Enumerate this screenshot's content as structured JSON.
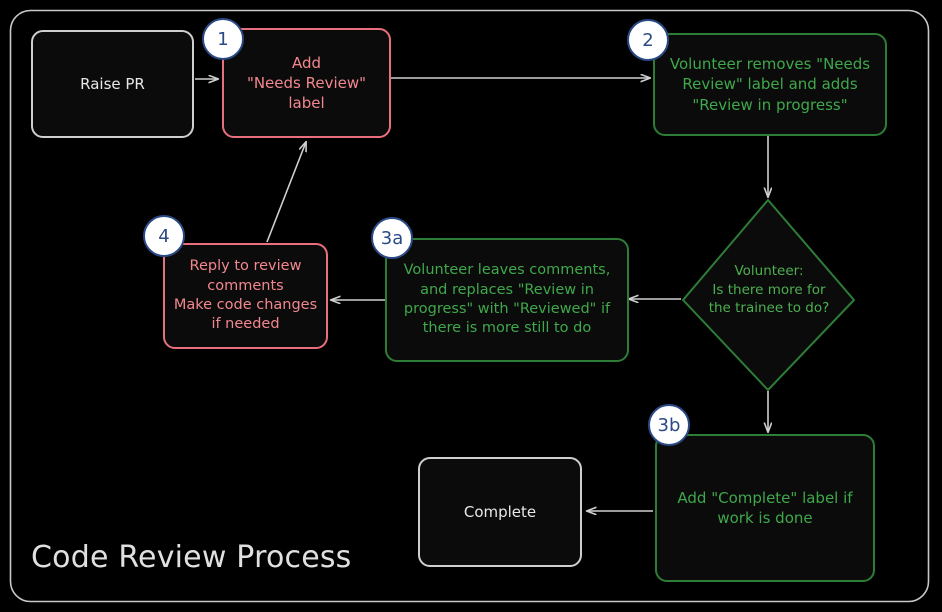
{
  "diagram": {
    "title": "Code Review Process",
    "background_color": "#000000",
    "frame_color": "#cfcfcf",
    "colors": {
      "plain_border": "#cfcfcf",
      "plain_text": "#e8e8e8",
      "red_border": "#e8707d",
      "red_text": "#f2888f",
      "green_border": "#2e7d36",
      "green_text": "#3fa84b",
      "decision_text": "#4caf50",
      "badge_fill": "#ffffff",
      "badge_border": "#2a4a86",
      "badge_text": "#2a4a86",
      "edge_color": "#d0d0d0"
    }
  },
  "nodes": {
    "raise_pr": {
      "label": "Raise PR",
      "style": "plain",
      "shape": "rounded-rect"
    },
    "step1": {
      "label": "Add\n\"Needs Review\"\nlabel",
      "style": "red",
      "shape": "rounded-rect",
      "badge": "1"
    },
    "step2": {
      "label": "Volunteer removes \"Needs Review\" label and adds \"Review in progress\"",
      "style": "green",
      "shape": "rounded-rect",
      "badge": "2"
    },
    "decision": {
      "label": "Volunteer:\nIs there more for\nthe trainee to do?",
      "style": "green",
      "shape": "diamond"
    },
    "step3a": {
      "label": "Volunteer leaves comments, and replaces \"Review in progress\" with \"Reviewed\" if there is more still to do",
      "style": "green",
      "shape": "rounded-rect",
      "badge": "3a"
    },
    "step4": {
      "label": "Reply to review comments\nMake code changes if needed",
      "style": "red",
      "shape": "rounded-rect",
      "badge": "4"
    },
    "step3b": {
      "label": "Add \"Complete\" label if work is done",
      "style": "green",
      "shape": "rounded-rect",
      "badge": "3b"
    },
    "complete": {
      "label": "Complete",
      "style": "plain",
      "shape": "rounded-rect"
    }
  },
  "node_text": {
    "raise_pr": "Raise PR",
    "step1_l1": "Add",
    "step1_l2": "\"Needs Review\"",
    "step1_l3": "label",
    "step2_l1": "Volunteer removes \"Needs",
    "step2_l2": "Review\" label and adds",
    "step2_l3": "\"Review in progress\"",
    "decision_l1": "Volunteer:",
    "decision_l2": "Is there more for",
    "decision_l3": "the trainee to do?",
    "step3a_l1": "Volunteer leaves comments,",
    "step3a_l2": "and replaces \"Review in",
    "step3a_l3": "progress\" with \"Reviewed\" if",
    "step3a_l4": "there is more still to do",
    "step4_l1": "Reply to review",
    "step4_l2": "comments",
    "step4_l3": "Make code changes",
    "step4_l4": "if needed",
    "step3b_l1": "Add \"Complete\" label if",
    "step3b_l2": "work is done",
    "complete": "Complete"
  },
  "badges": {
    "b1": "1",
    "b2": "2",
    "b3a": "3a",
    "b4": "4",
    "b3b": "3b"
  },
  "edges": [
    {
      "from": "raise_pr",
      "to": "step1",
      "direction": "right"
    },
    {
      "from": "step1",
      "to": "step2",
      "direction": "right"
    },
    {
      "from": "step2",
      "to": "decision",
      "direction": "down"
    },
    {
      "from": "decision",
      "to": "step3a",
      "direction": "left"
    },
    {
      "from": "step3a",
      "to": "step4",
      "direction": "left"
    },
    {
      "from": "step4",
      "to": "step1",
      "direction": "up-right-diagonal"
    },
    {
      "from": "decision",
      "to": "step3b",
      "direction": "down"
    },
    {
      "from": "step3b",
      "to": "complete",
      "direction": "left"
    }
  ]
}
